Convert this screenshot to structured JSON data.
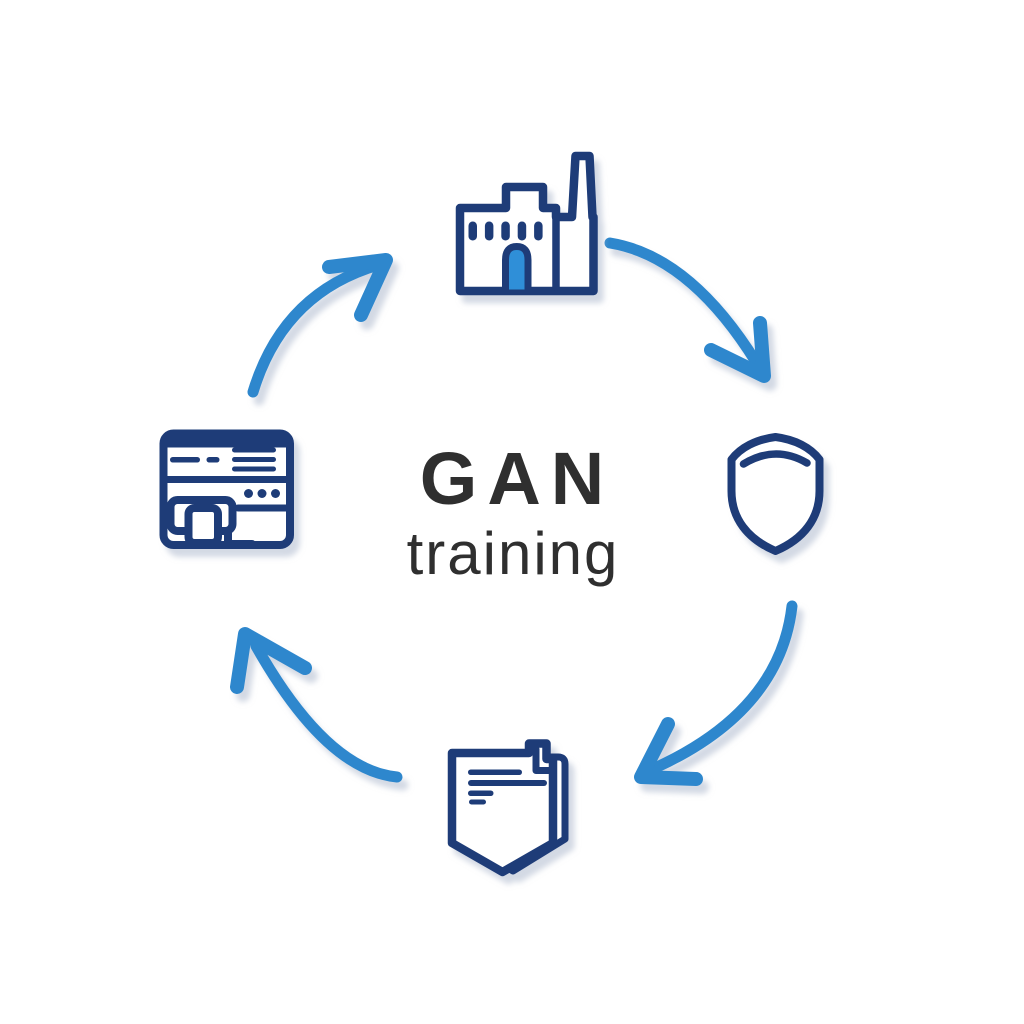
{
  "title": {
    "line1": "GAN",
    "line2": "training"
  },
  "diagram": {
    "type": "cycle",
    "direction": "clockwise",
    "nodes": [
      {
        "position": "top",
        "icon": "factory-icon"
      },
      {
        "position": "right",
        "icon": "shield-icon"
      },
      {
        "position": "bottom",
        "icon": "documents-icon"
      },
      {
        "position": "left",
        "icon": "server-window-icon"
      }
    ],
    "arrows": [
      {
        "from": "left",
        "to": "top"
      },
      {
        "from": "top",
        "to": "right"
      },
      {
        "from": "right",
        "to": "bottom"
      },
      {
        "from": "bottom",
        "to": "left"
      }
    ]
  },
  "colors": {
    "background": "#ffffff",
    "icon_outline_navy": "#1e3c78",
    "icon_accent_blue": "#2f8fd8",
    "arrow_blue": "#2e87cd",
    "title_text": "#2f2f2f",
    "shadow": "rgba(174,185,205,0.55)"
  }
}
